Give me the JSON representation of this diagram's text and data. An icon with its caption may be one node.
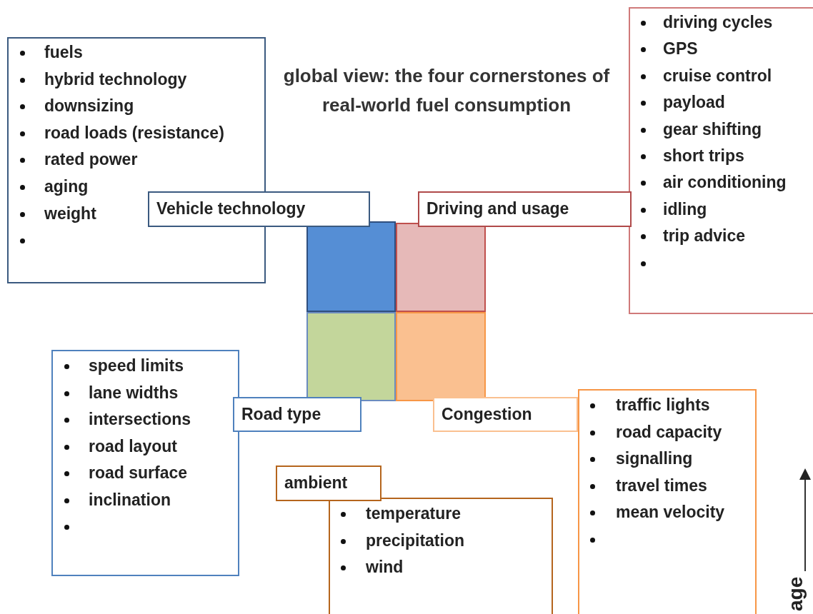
{
  "diagram": {
    "title": "global view: the four cornerstones of real-world fuel consumption",
    "nodes": [
      {
        "text": [
          "fuels",
          "hybrid technology",
          "downsizing",
          "road loads (resistance)",
          "rated power",
          "aging",
          "weight"
        ]
      },
      {
        "text": [
          "driving cycles",
          "GPS",
          "cruise control",
          "payload",
          "gear shifting",
          "short trips",
          "air conditioning",
          "idling",
          "trip advice"
        ]
      },
      {
        "text": [
          "Vehicle technology"
        ]
      },
      {
        "text": [
          "Driving and usage"
        ]
      },
      {
        "text": [],
        "shape": "box"
      },
      {
        "text": [],
        "shape": "box"
      },
      {
        "text": [],
        "shape": "box"
      },
      {
        "text": [],
        "shape": "box"
      },
      {
        "text": [
          "speed limits",
          "lane widths",
          "intersections",
          "road layout",
          "road surface",
          "inclination"
        ]
      },
      {
        "text": [
          "Road type"
        ]
      },
      {
        "text": [
          "Congestion"
        ]
      },
      {
        "text": [
          "traffic lights",
          "road capacity",
          "signalling",
          "travel times",
          "mean velocity"
        ]
      },
      {
        "text": [
          "ambient"
        ]
      },
      {
        "text": [
          "temperature",
          "precipitation",
          "wind"
        ]
      }
    ],
    "edges": [],
    "labels": [
      "age"
    ]
  }
}
